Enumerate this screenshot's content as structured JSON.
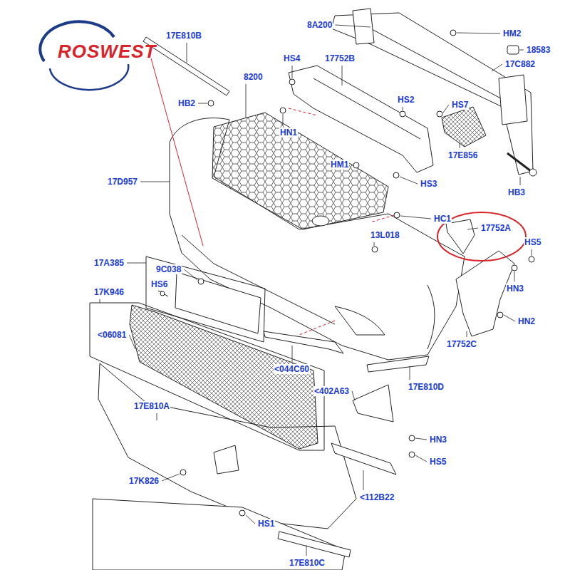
{
  "diagram": {
    "labels": [
      "ROSWEST",
      "17E810B",
      "8A200",
      "HM2",
      "17C882",
      "18583",
      "HS4",
      "17752B",
      "8200",
      "HB2",
      "HS2",
      "HS7",
      "HN1",
      "17E856",
      "17D957",
      "HM1",
      "HS3",
      "HB3",
      "HC1",
      "17752A",
      "13L018",
      "HS5",
      "17A385",
      "9C038",
      "HS6",
      "HN3",
      "17K946",
      "HN2",
      "<06081",
      "17752C",
      "<044C60",
      "17E810D",
      "<402A63",
      "17E810A",
      "HN3",
      "HS5",
      "17K826",
      "<112B22",
      "HS1",
      "17E810C"
    ]
  }
}
